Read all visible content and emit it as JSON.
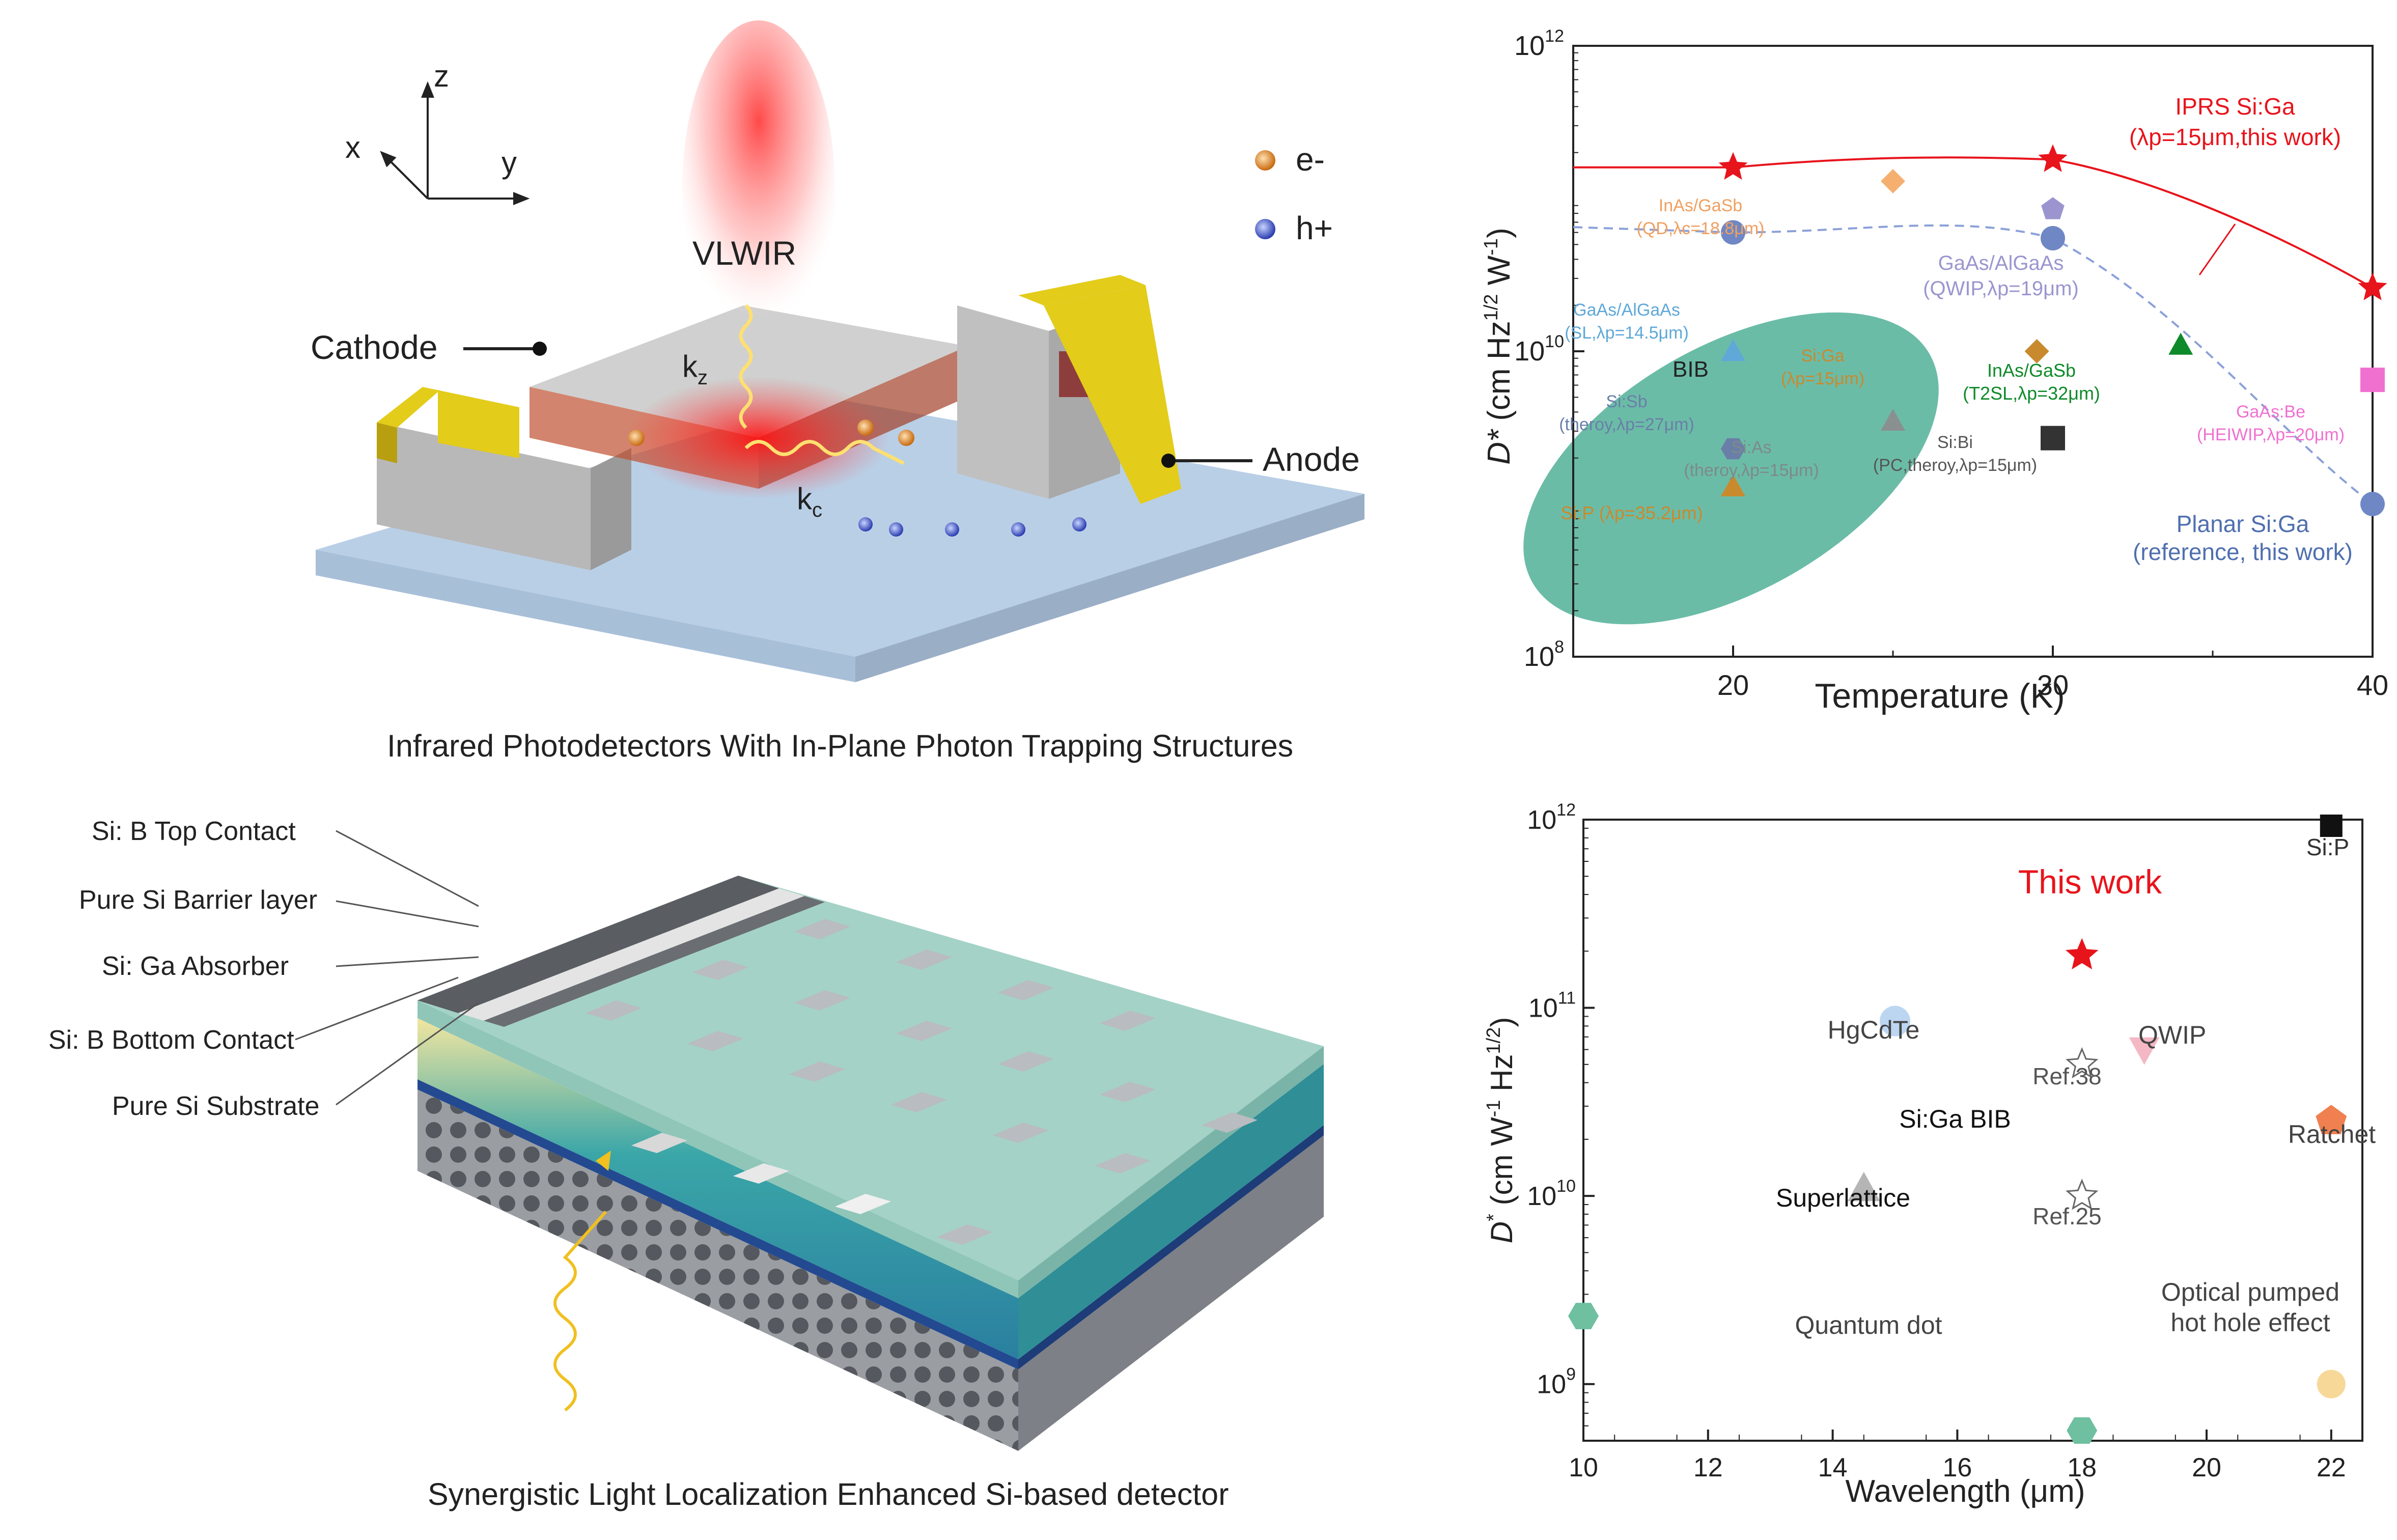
{
  "top_left": {
    "axes": {
      "x": "x",
      "y": "y",
      "z": "z"
    },
    "legend": {
      "electron": "e-",
      "hole": "h+"
    },
    "light_label": "VLWIR",
    "k_z": "k",
    "k_z_sub": "z",
    "k_c": "k",
    "k_c_sub": "c",
    "cathode": "Cathode",
    "anode": "Anode",
    "caption": "Infrared Photodetectors With In-Plane Photon Trapping Structures",
    "colors": {
      "contact": "#e3cc1a",
      "light": "#ff3030",
      "substrate": "#b9cfe6"
    }
  },
  "bottom_left": {
    "layers": [
      "Si: B Top Contact",
      "Pure Si Barrier layer",
      "Si: Ga Absorber",
      "Si: B Bottom Contact",
      "Pure Si Substrate"
    ],
    "caption": "Synergistic Light Localization Enhanced Si-based detector",
    "colors": {
      "top": "#9fd0c4",
      "absorber": "#3aa6a8",
      "bottom": "#234a90",
      "substrate": "#8d9096",
      "light": "#f0c020"
    }
  },
  "chart_top": {
    "xlabel": "Temperature (K)",
    "xticks": [
      "20",
      "30",
      "40"
    ],
    "yticks": [
      {
        "m": "10",
        "e": "8"
      },
      {
        "m": "10",
        "e": "10"
      },
      {
        "m": "10",
        "e": "12"
      }
    ],
    "ylabel": {
      "a": "D*",
      "b": " (cm Hz",
      "sup1": "1/2",
      "c": " W",
      "sup2": "-1",
      "d": ")"
    },
    "bib_label": "BIB",
    "annotations": [
      {
        "line1": "IPRS Si:Ga",
        "line2": "(λp=15μm,this work)",
        "color": "#e8141c"
      },
      {
        "line1": "InAs/GaSb",
        "line2": "(QD,λc=18.8μm)",
        "color": "#f0a060"
      },
      {
        "line1": "GaAs/AlGaAs",
        "line2": "(SL,λp=14.5μm)",
        "color": "#5fa8d8"
      },
      {
        "line1": "GaAs/AlGaAs",
        "line2": "(QWIP,λp=19μm)",
        "color": "#9b95cf"
      },
      {
        "line1": "Si:Sb",
        "line2": "(theroy,λp=27μm)",
        "color": "#6a7fa8"
      },
      {
        "line1": "Si:Ga",
        "line2": "(λp=15μm)",
        "color": "#c98a2e"
      },
      {
        "line1": "InAs/GaSb",
        "line2": "(T2SL,λp=32μm)",
        "color": "#0f8a2a"
      },
      {
        "line1": "Si:As",
        "line2": "(theroy,λp=15μm)",
        "color": "#7d8a8a"
      },
      {
        "line1": "Si:Bi",
        "line2": "(PC,theroy,λp=15μm)",
        "color": "#555555"
      },
      {
        "line1": "GaAs:Be",
        "line2": "(HEIWIP,λp=20μm)",
        "color": "#f070d0"
      },
      {
        "line1": "Si:P (λp=35.2μm)",
        "line2": "",
        "color": "#c98a2e"
      },
      {
        "line1": "Planar Si:Ga",
        "line2": "(reference, this work)",
        "color": "#4f6faf"
      }
    ]
  },
  "chart_data": [
    {
      "type": "line",
      "xlabel": "Temperature (K)",
      "ylabel": "D* (cm Hz1/2 W-1)",
      "xlim": [
        15,
        40
      ],
      "ylim": [
        100000000.0,
        1000000000000.0
      ],
      "yscale": "log",
      "series": [
        {
          "name": "IPRS Si:Ga (λp=15μm,this work)",
          "x": [
            20,
            30,
            40
          ],
          "y": [
            160000000000.0,
            180000000000.0,
            26000000000.0
          ]
        },
        {
          "name": "Planar Si:Ga (reference, this work)",
          "x": [
            20,
            30,
            40
          ],
          "y": [
            60000000000.0,
            55000000000.0,
            1000000000.0
          ]
        }
      ],
      "points": [
        {
          "name": "InAs/GaSb (QD,λc=18.8μm)",
          "x": 25,
          "y": 130000000000.0
        },
        {
          "name": "GaAs/AlGaAs (SL,λp=14.5μm)",
          "x": 20,
          "y": 10000000000.0
        },
        {
          "name": "GaAs/AlGaAs (QWIP,λp=19μm)",
          "x": 30,
          "y": 85000000000.0
        },
        {
          "name": "Si:Sb (theroy,λp=27μm)",
          "x": 20,
          "y": 2300000000.0
        },
        {
          "name": "Si:Ga (λp=15μm)",
          "x": 29.5,
          "y": 10000000000.0
        },
        {
          "name": "InAs/GaSb (T2SL,λp=32μm)",
          "x": 34,
          "y": 11000000000.0
        },
        {
          "name": "Si:As (theroy,λp=15μm)",
          "x": 25,
          "y": 3500000000.0
        },
        {
          "name": "Si:Bi (PC,theroy,λp=15μm)",
          "x": 30,
          "y": 2700000000.0
        },
        {
          "name": "GaAs:Be (HEIWIP,λp=20μm)",
          "x": 40,
          "y": 6500000000.0
        },
        {
          "name": "Si:P (λp=35.2μm)",
          "x": 20,
          "y": 1300000000.0
        }
      ]
    },
    {
      "type": "scatter",
      "xlabel": "Wavelength (μm)",
      "ylabel": "D* (cm W-1 Hz1/2)",
      "xlim": [
        10,
        22.5
      ],
      "ylim": [
        500000000.0,
        1000000000000.0
      ],
      "yscale": "log",
      "xticks": [
        "10",
        "12",
        "14",
        "16",
        "18",
        "20",
        "22"
      ],
      "yticks": [
        {
          "m": "10",
          "e": "9"
        },
        {
          "m": "10",
          "e": "10"
        },
        {
          "m": "10",
          "e": "11"
        },
        {
          "m": "10",
          "e": "12"
        }
      ],
      "ylabel_parts": {
        "a": "D",
        "s1": "*",
        "b": " (cm W",
        "s2": "-1",
        "c": " Hz",
        "s3": "1/2",
        "d": ")"
      },
      "points": [
        {
          "name": "This work",
          "x": 18,
          "y": 190000000000.0
        },
        {
          "name": "HgCdTe",
          "x": 15,
          "y": 85000000000.0
        },
        {
          "name": "QWIP",
          "x": 19,
          "y": 60000000000.0
        },
        {
          "name": "Ref.38",
          "x": 18,
          "y": 50000000000.0
        },
        {
          "name": "Ratchet",
          "x": 22,
          "y": 25000000000.0
        },
        {
          "name": "Superlattice",
          "x": 14.5,
          "y": 11000000000.0
        },
        {
          "name": "Ref.25",
          "x": 18,
          "y": 10000000000.0
        },
        {
          "name": "Quantum dot",
          "x": 10,
          "y": 2300000000.0
        },
        {
          "name": "Optical pumped hot hole effect",
          "x": 22,
          "y": 1000000000.0
        },
        {
          "name": "Si:P",
          "x": 22,
          "y": 1000000000000.0
        },
        {
          "name": "Si:Ga BIB",
          "x": 18,
          "y": 680000000.0
        }
      ],
      "label_lines": {
        "this_work": "This work",
        "hgcdte": "HgCdTe",
        "qwip": "QWIP",
        "ref38": "Ref.38",
        "sigabib": "Si:Ga BIB",
        "ratchet": "Ratchet",
        "superlattice": "Superlattice",
        "ref25": "Ref.25",
        "quantum_dot": "Quantum dot",
        "optical1": "Optical pumped",
        "optical2": "hot hole effect",
        "sip": "Si:P"
      }
    }
  ]
}
